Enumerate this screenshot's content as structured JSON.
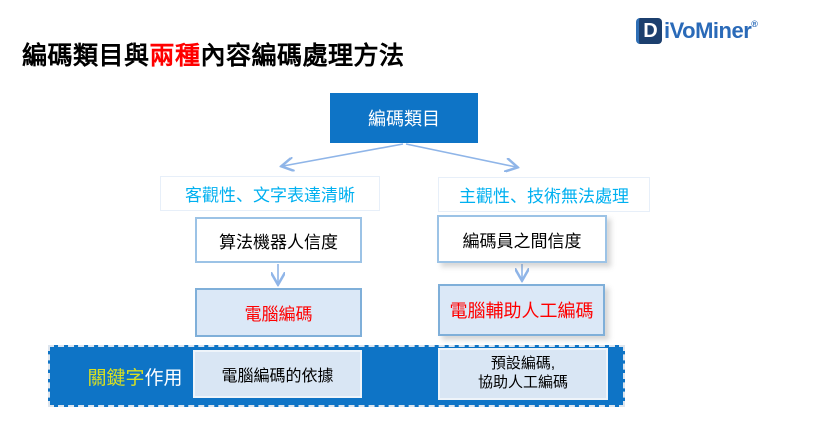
{
  "page": {
    "title": {
      "pre": "編碼類目與",
      "highlight": "兩種",
      "post": "內容編碼處理方法"
    }
  },
  "logo": {
    "icon_letter": "D",
    "text": "iVoMiner",
    "registered": "®"
  },
  "diagram": {
    "root": {
      "label": "編碼類目"
    },
    "branches": [
      {
        "condition": "客觀性、文字表達清晰",
        "method": "算法機器人信度",
        "result": "電腦編碼",
        "bar_note": "電腦編碼的依據"
      },
      {
        "condition": "主觀性、技術無法處理",
        "method": "編碼員之間信度",
        "result": "電腦輔助人工編碼",
        "bar_note_line1": "預設編碼,",
        "bar_note_line2": "協助人工編碼"
      }
    ],
    "bar": {
      "label_highlight": "關鍵字",
      "label_rest": "作用"
    }
  },
  "colors": {
    "primary_blue": "#0e74c6",
    "light_fill": "#dbe8f7",
    "light_border": "#7fafd9",
    "method_border": "#9cc3e6",
    "condition_text": "#00b0f0",
    "result_text": "#ff0000",
    "bar_keyword_yellow": "#d9e021",
    "arrow_blue": "#8fb5e8",
    "title_highlight_red": "#ff0000",
    "logo_navy": "#1c3f6e",
    "logo_blue": "#2a6ab8"
  }
}
